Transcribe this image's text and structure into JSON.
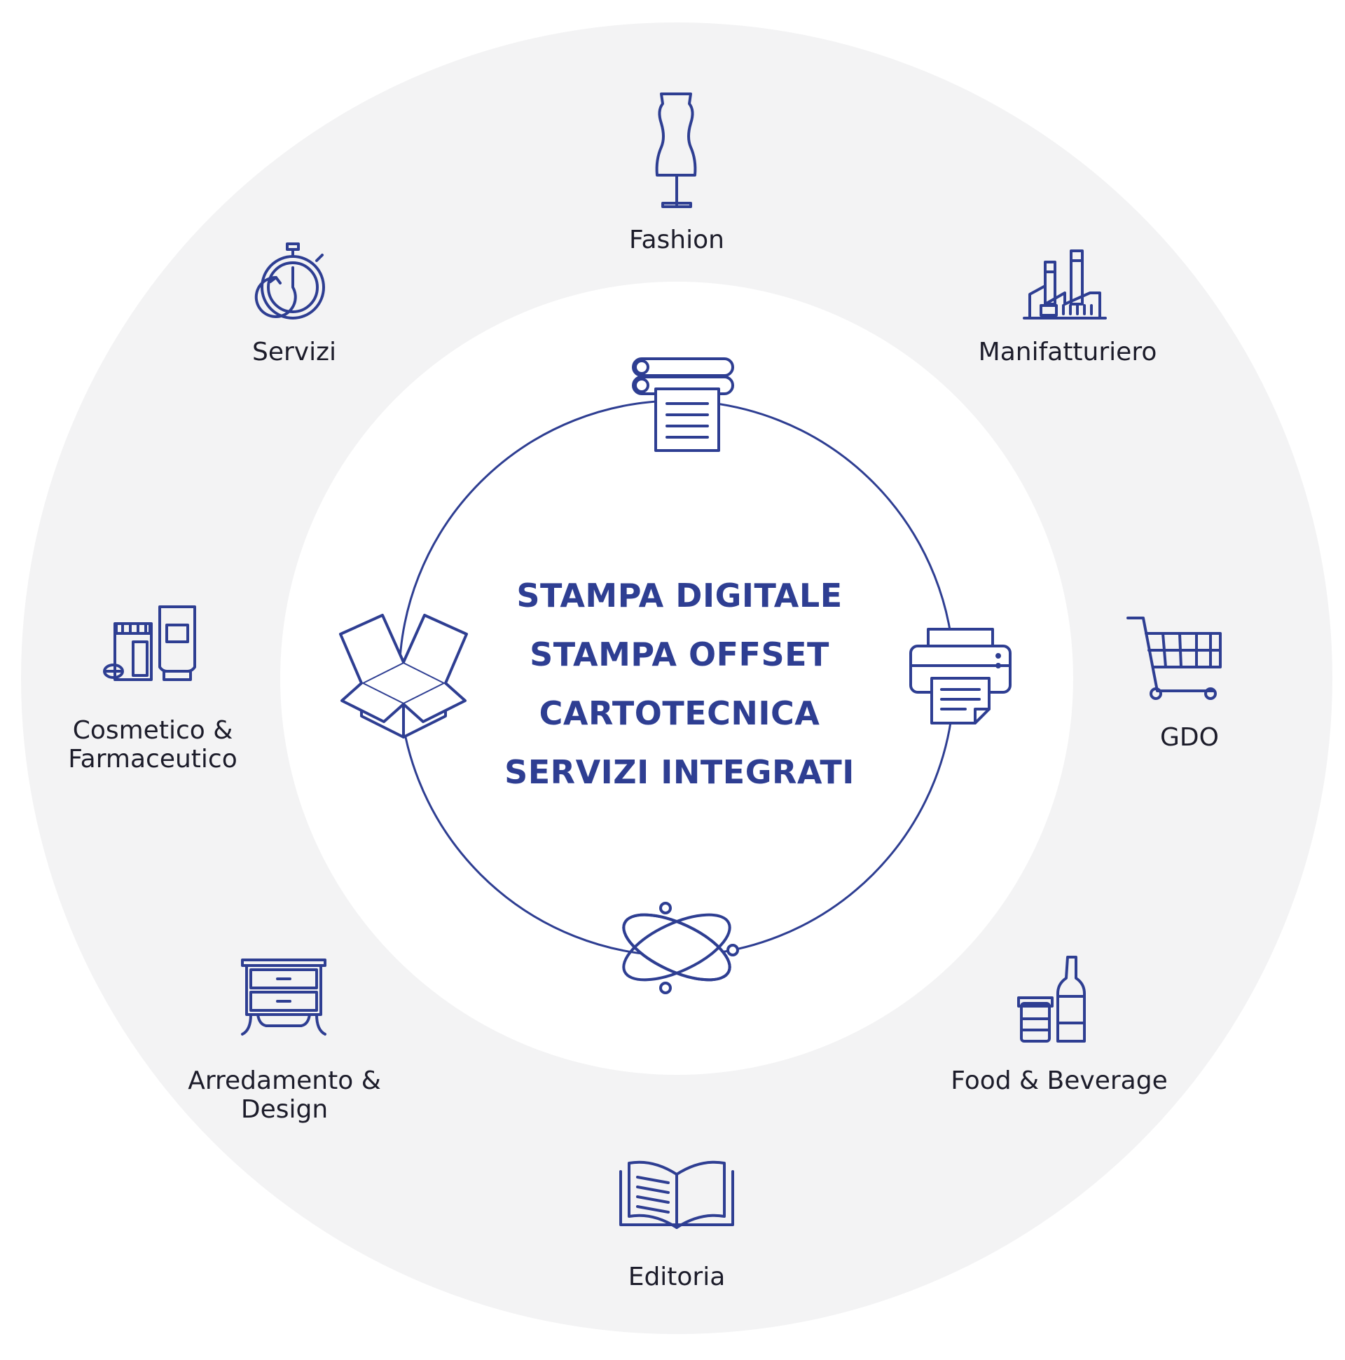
{
  "core": {
    "lines": [
      "STAMPA DIGITALE",
      "STAMPA OFFSET",
      "CARTOTECNICA",
      "SERVIZI INTEGRATI"
    ]
  },
  "sectors": {
    "fashion": "Fashion",
    "manifatturiero": "Manifatturiero",
    "gdo": "GDO",
    "food": "Food & Beverage",
    "editoria": "Editoria",
    "arredamento": [
      "Arredamento &",
      "Design"
    ],
    "cosmetico": [
      "Cosmetico &",
      "Farmaceutico"
    ],
    "servizi": "Servizi"
  },
  "icons": {
    "sectors": [
      "mannequin-icon",
      "factory-icon",
      "shopping-cart-icon",
      "food-bottle-jar-icon",
      "open-book-icon",
      "dresser-icon",
      "cosmetics-icon",
      "stopwatch-icon"
    ],
    "core": [
      "paper-roll-icon",
      "printer-icon",
      "atom-icon",
      "open-box-icon"
    ]
  },
  "colors": {
    "accent": "#2e3e92",
    "ring": "#f3f3f4",
    "text": "#1c1c2a"
  }
}
